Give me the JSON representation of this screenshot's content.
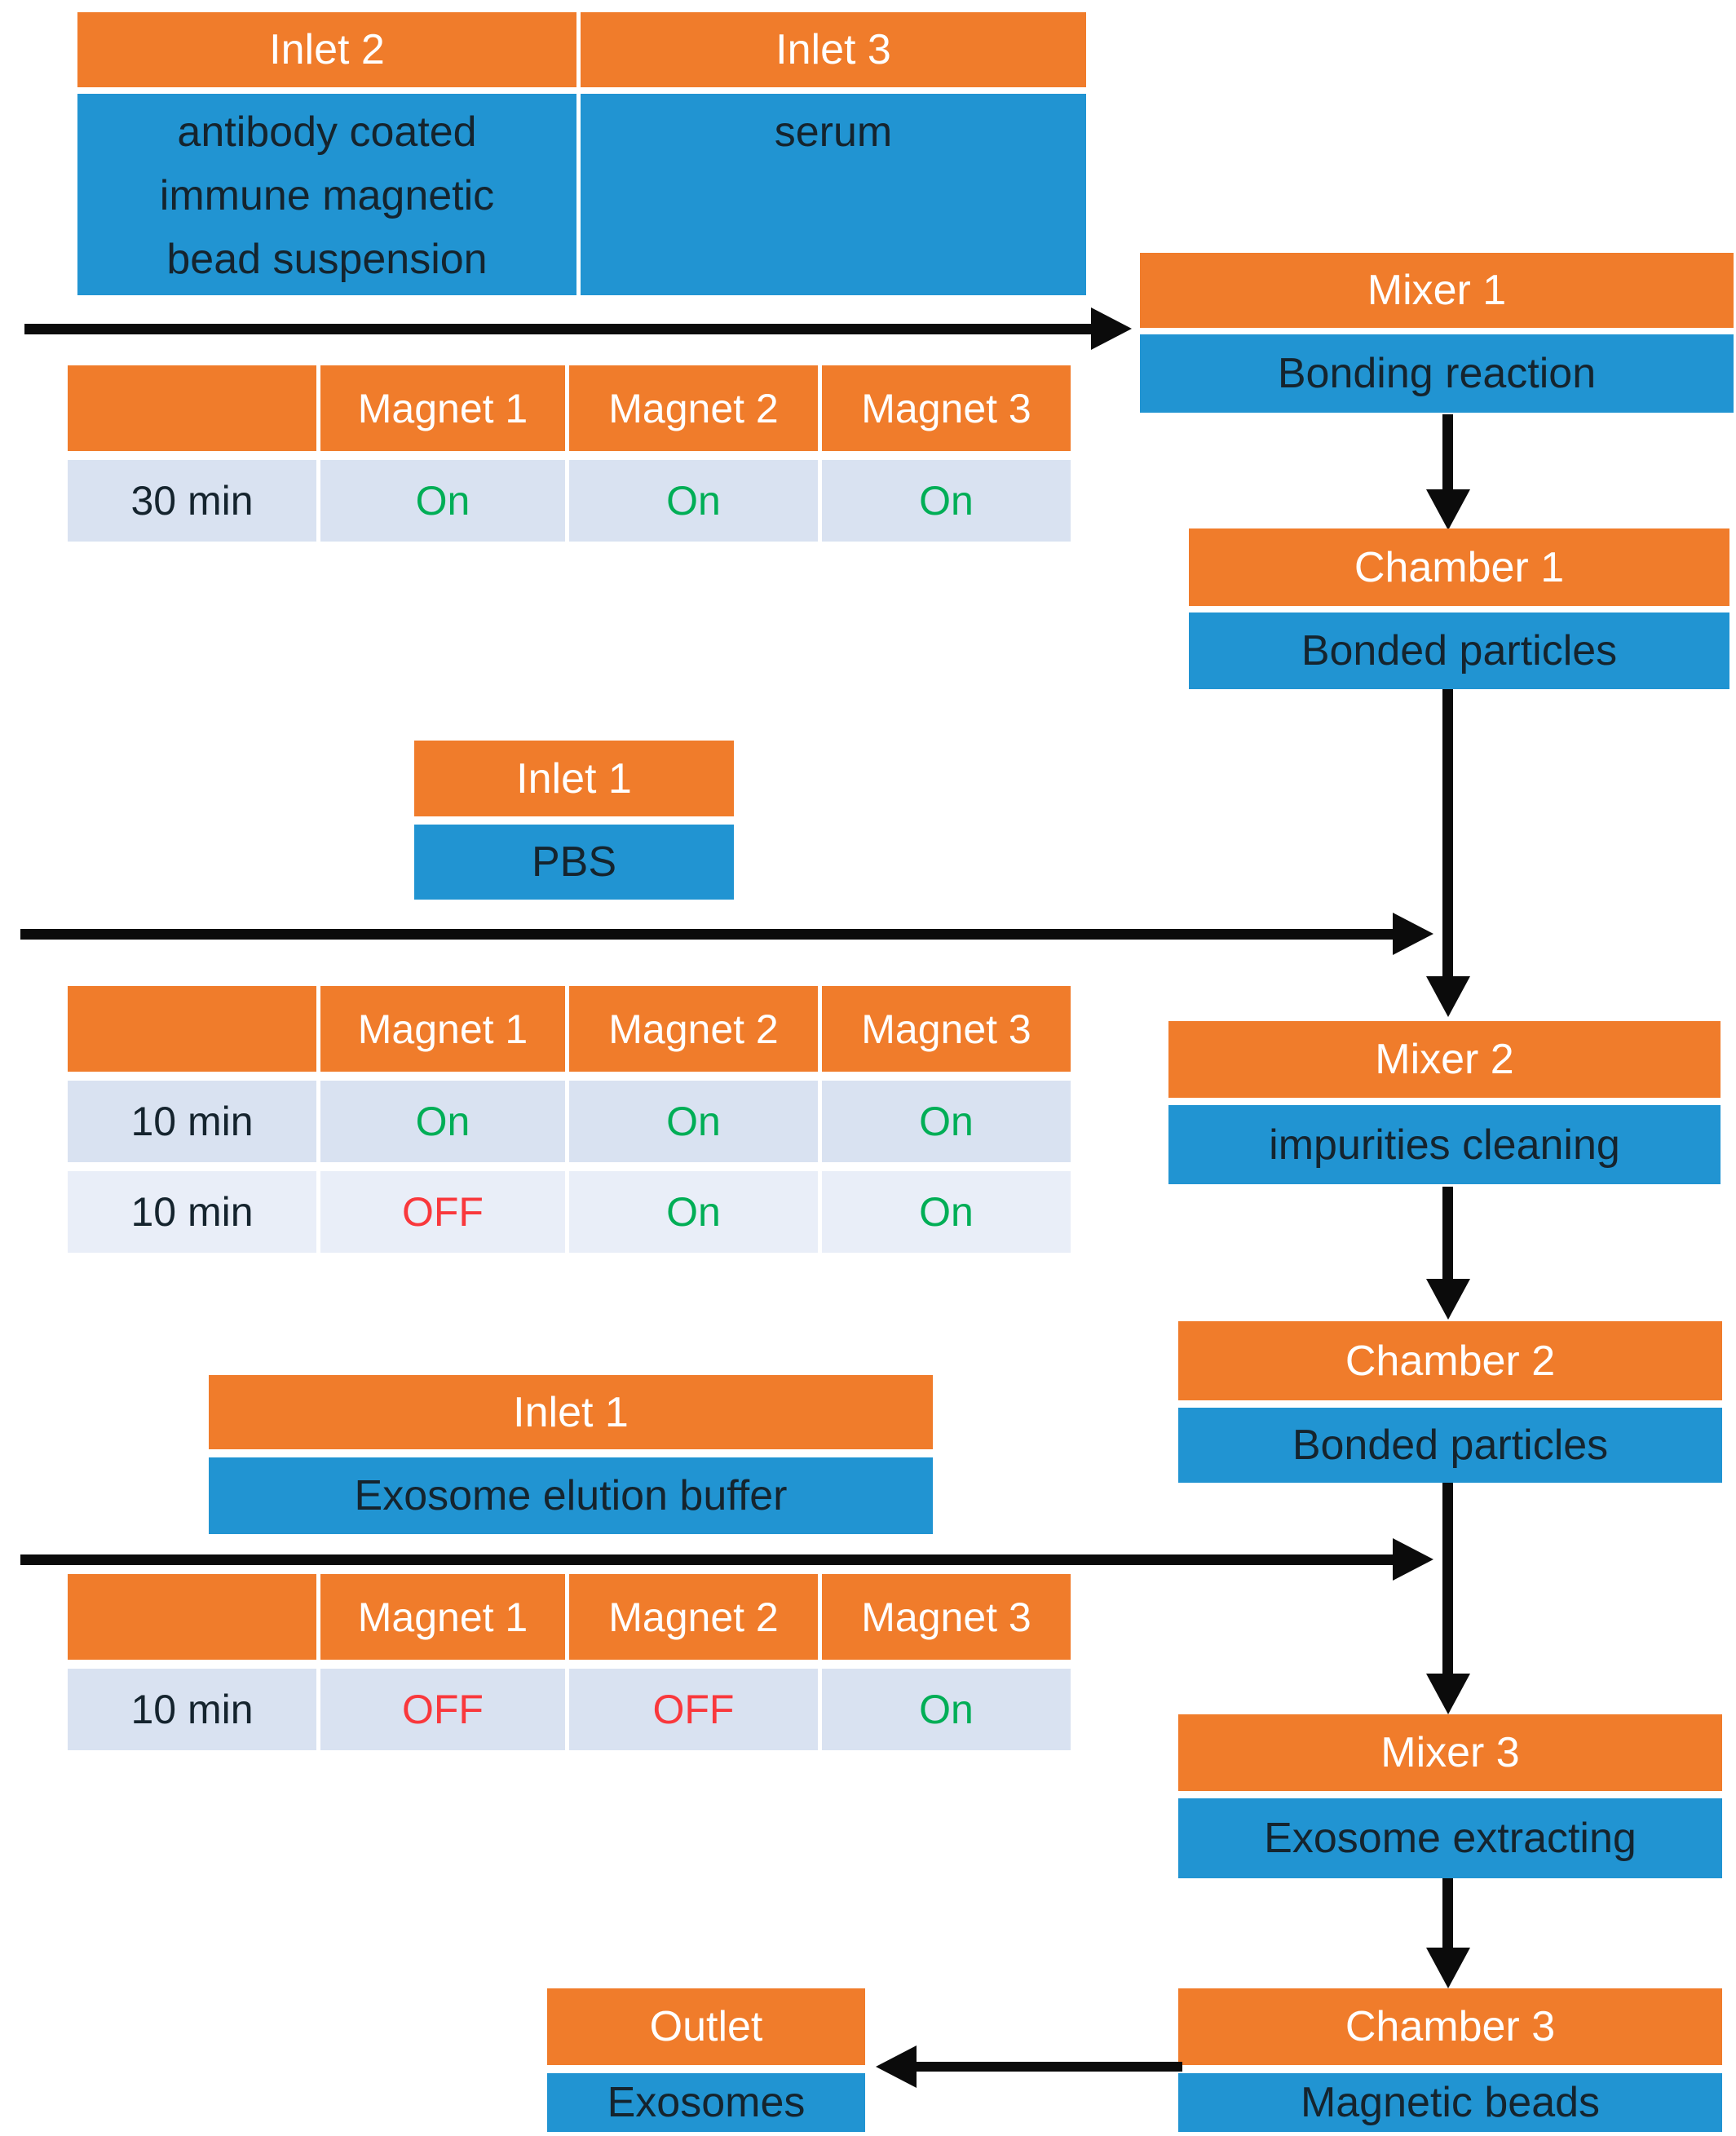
{
  "palette": {
    "orange": "#F07C2B",
    "blue": "#2194D2",
    "row_light": "#D9E2F1",
    "row_lighter": "#E9EEF8",
    "on_green": "#00AE56",
    "off_red": "#F9383C",
    "text_dark": "#15242E",
    "arrow_black": "#0B0B0B",
    "header_text": "#FFFFFF",
    "background": "#FFFFFF"
  },
  "nodes": {
    "inlet2": {
      "title": "Inlet 2",
      "line1": "antibody coated",
      "line2": "immune magnetic",
      "line3": "bead suspension"
    },
    "inlet3": {
      "title": "Inlet 3",
      "content": "serum"
    },
    "mixer1": {
      "title": "Mixer 1",
      "content": "Bonding reaction"
    },
    "chamber1": {
      "title": "Chamber 1",
      "content": "Bonded particles"
    },
    "inlet1_pbs": {
      "title": "Inlet 1",
      "content": "PBS"
    },
    "mixer2": {
      "title": "Mixer 2",
      "content": "impurities cleaning"
    },
    "chamber2": {
      "title": "Chamber 2",
      "content": "Bonded particles"
    },
    "inlet1_elution": {
      "title": "Inlet 1",
      "content": "Exosome elution buffer"
    },
    "mixer3": {
      "title": "Mixer 3",
      "content": "Exosome extracting"
    },
    "chamber3": {
      "title": "Chamber 3",
      "content": "Magnetic beads"
    },
    "outlet": {
      "title": "Outlet",
      "content": "Exosomes"
    }
  },
  "tables": [
    {
      "headers": [
        "",
        "Magnet 1",
        "Magnet 2",
        "Magnet 3"
      ],
      "rows": [
        {
          "time": "30 min",
          "band": "a",
          "cells": [
            {
              "text": "On",
              "state": "on"
            },
            {
              "text": "On",
              "state": "on"
            },
            {
              "text": "On",
              "state": "on"
            }
          ]
        }
      ]
    },
    {
      "headers": [
        "",
        "Magnet 1",
        "Magnet 2",
        "Magnet 3"
      ],
      "rows": [
        {
          "time": "10 min",
          "band": "a",
          "cells": [
            {
              "text": "On",
              "state": "on"
            },
            {
              "text": "On",
              "state": "on"
            },
            {
              "text": "On",
              "state": "on"
            }
          ]
        },
        {
          "time": "10 min",
          "band": "b",
          "cells": [
            {
              "text": "OFF",
              "state": "off"
            },
            {
              "text": "On",
              "state": "on"
            },
            {
              "text": "On",
              "state": "on"
            }
          ]
        }
      ]
    },
    {
      "headers": [
        "",
        "Magnet 1",
        "Magnet 2",
        "Magnet 3"
      ],
      "rows": [
        {
          "time": "10 min",
          "band": "a",
          "cells": [
            {
              "text": "OFF",
              "state": "off"
            },
            {
              "text": "OFF",
              "state": "off"
            },
            {
              "text": "On",
              "state": "on"
            }
          ]
        }
      ]
    }
  ]
}
